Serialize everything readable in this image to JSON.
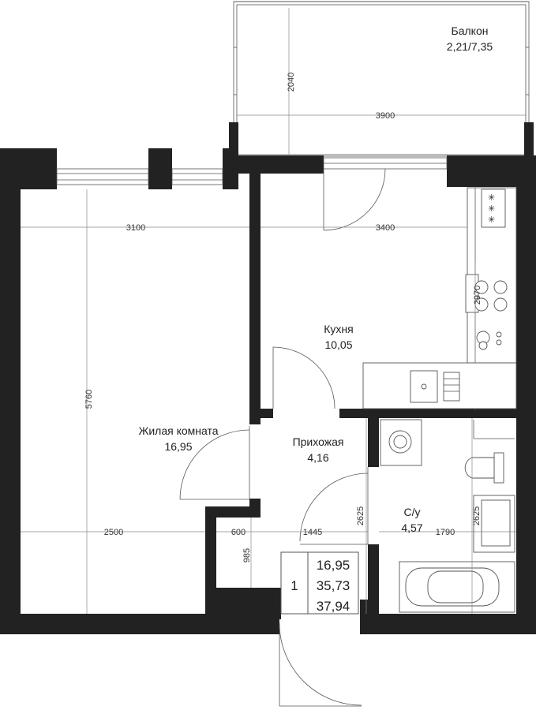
{
  "rooms": {
    "balcony": {
      "name": "Балкон",
      "area": "2,21/7,35"
    },
    "kitchen": {
      "name": "Кухня",
      "area": "10,05"
    },
    "living": {
      "name": "Жилая комната",
      "area": "16,95"
    },
    "hall": {
      "name": "Прихожая",
      "area": "4,16"
    },
    "bathroom": {
      "name": "С/у",
      "area": "4,57"
    }
  },
  "dimensions": {
    "balcony_height": "2040",
    "balcony_width": "3900",
    "living_width_top": "3100",
    "kitchen_width": "3400",
    "kitchen_depth": "2970",
    "living_length": "5760",
    "living_width_bottom": "2500",
    "nook_width": "600",
    "nook_depth": "985",
    "hall_width": "1445",
    "hall_depth": "2625",
    "bath_width": "1790",
    "bath_depth": "2625"
  },
  "summary": {
    "rooms_count": "1",
    "living_area": "16,95",
    "total_area": "35,73",
    "total_with_balcony": "37,94"
  }
}
